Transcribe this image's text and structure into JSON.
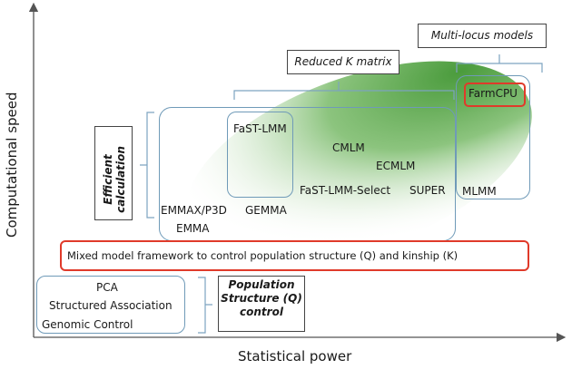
{
  "axes": {
    "y_label": "Computational speed",
    "x_label": "Statistical power"
  },
  "annotations": {
    "multi_locus": "Multi-locus models",
    "reduced_k": "Reduced K matrix",
    "efficient": "Efficient calculation",
    "population": "Population Structure (Q) control"
  },
  "methods": {
    "farmcpu": "FarmCPU",
    "mlmm": "MLMM",
    "fast_lmm": "FaST-LMM",
    "cmlm": "CMLM",
    "ecmlm": "ECMLM",
    "fast_lmm_select": "FaST-LMM-Select",
    "super": "SUPER",
    "emmax": "EMMAX/P3D",
    "gemma": "GEMMA",
    "emma": "EMMA",
    "pca": "PCA",
    "structured_association": "Structured Association",
    "genomic_control": "Genomic Control"
  },
  "framework": "Mixed model framework to control population structure (Q) and kinship (K)",
  "colors": {
    "highlight_red": "#e03a2a",
    "box_blue": "#5b86a8",
    "gradient_green": "#58a84a"
  }
}
